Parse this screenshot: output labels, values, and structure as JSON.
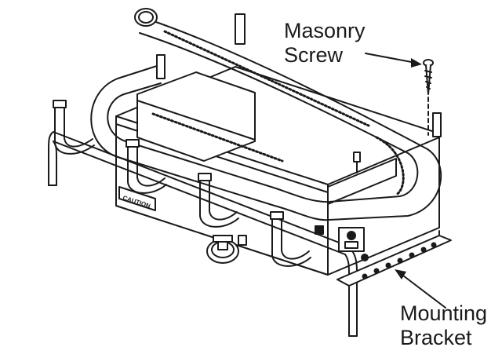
{
  "callouts": {
    "masonry_screw": {
      "line1": "Masonry",
      "line2": "Screw"
    },
    "mounting_bracket": {
      "line1": "Mounting",
      "line2": "Bracket"
    }
  },
  "burner": {
    "caution_text": "CAUTION"
  },
  "colors": {
    "line": "#1a1a1a",
    "fill": "#ffffff",
    "shade": "#e8e8e8"
  }
}
